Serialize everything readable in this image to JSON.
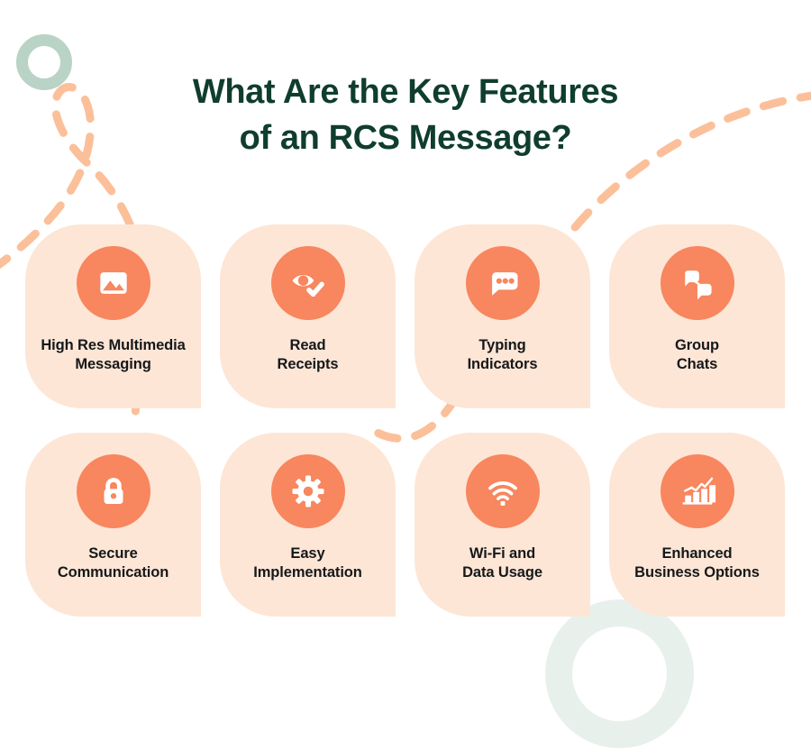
{
  "title": {
    "line1": "What Are the Key Features",
    "line2": "of an RCS Message?"
  },
  "colors": {
    "title_green": "#0F3D2E",
    "card_background": "#FDE6D6",
    "icon_circle_orange": "#F8865E",
    "dashed_line_orange": "#FBC09A",
    "ring_green_dark": "#B9D3C6",
    "ring_green_light": "#E8F0EC",
    "label_text": "#15181A",
    "page_background": "#FFFFFF"
  },
  "features": [
    {
      "icon": "photo-image-icon",
      "label": "High Res Multimedia\nMessaging"
    },
    {
      "icon": "eye-check-icon",
      "label": "Read\nReceipts"
    },
    {
      "icon": "chat-bubble-dots-icon",
      "label": "Typing\nIndicators"
    },
    {
      "icon": "group-chat-bubbles-icon",
      "label": "Group\nChats"
    },
    {
      "icon": "padlock-icon",
      "label": "Secure\nCommunication"
    },
    {
      "icon": "gear-icon",
      "label": "Easy\nImplementation"
    },
    {
      "icon": "wifi-icon",
      "label": "Wi-Fi and\nData Usage"
    },
    {
      "icon": "bar-chart-growth-icon",
      "label": "Enhanced\nBusiness Options"
    }
  ],
  "decorations": [
    {
      "name": "ring-top-left",
      "shape": "ring",
      "color": "#B9D3C6"
    },
    {
      "name": "ring-bottom-right",
      "shape": "ring",
      "color": "#E8F0EC"
    },
    {
      "name": "dashed-loop-left",
      "shape": "dashed-loop",
      "color": "#FBC09A"
    },
    {
      "name": "dashed-curve-right",
      "shape": "dashed-arc",
      "color": "#FBC09A"
    }
  ]
}
